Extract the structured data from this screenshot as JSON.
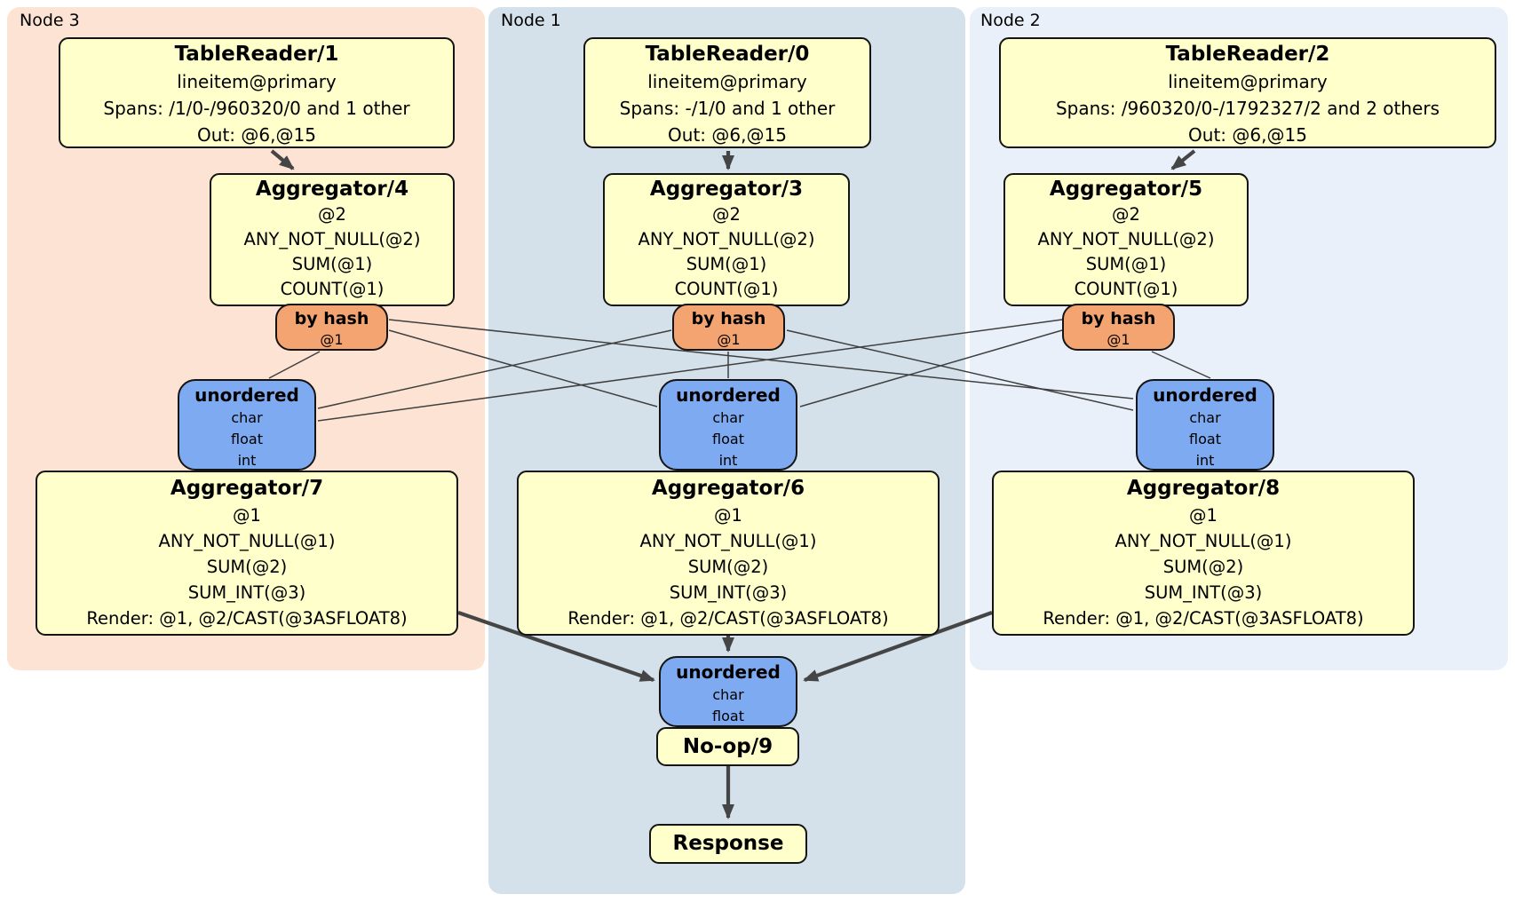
{
  "groups": {
    "node3": {
      "label": "Node 3"
    },
    "node1": {
      "label": "Node 1"
    },
    "node2": {
      "label": "Node 2"
    }
  },
  "processors": {
    "tr1": {
      "title": "TableReader/1",
      "lines": [
        "lineitem@primary",
        "Spans: /1/0-/960320/0 and 1 other",
        "Out: @6,@15"
      ]
    },
    "tr0": {
      "title": "TableReader/0",
      "lines": [
        "lineitem@primary",
        "Spans: -/1/0 and 1 other",
        "Out: @6,@15"
      ]
    },
    "tr2": {
      "title": "TableReader/2",
      "lines": [
        "lineitem@primary",
        "Spans: /960320/0-/1792327/2 and 2 others",
        "Out: @6,@15"
      ]
    },
    "agg4": {
      "title": "Aggregator/4",
      "lines": [
        "@2",
        "ANY_NOT_NULL(@2)",
        "SUM(@1)",
        "COUNT(@1)"
      ]
    },
    "agg3": {
      "title": "Aggregator/3",
      "lines": [
        "@2",
        "ANY_NOT_NULL(@2)",
        "SUM(@1)",
        "COUNT(@1)"
      ]
    },
    "agg5": {
      "title": "Aggregator/5",
      "lines": [
        "@2",
        "ANY_NOT_NULL(@2)",
        "SUM(@1)",
        "COUNT(@1)"
      ]
    },
    "agg7": {
      "title": "Aggregator/7",
      "lines": [
        "@1",
        "ANY_NOT_NULL(@1)",
        "SUM(@2)",
        "SUM_INT(@3)",
        "Render: @1, @2/CAST(@3ASFLOAT8)"
      ]
    },
    "agg6": {
      "title": "Aggregator/6",
      "lines": [
        "@1",
        "ANY_NOT_NULL(@1)",
        "SUM(@2)",
        "SUM_INT(@3)",
        "Render: @1, @2/CAST(@3ASFLOAT8)"
      ]
    },
    "agg8": {
      "title": "Aggregator/8",
      "lines": [
        "@1",
        "ANY_NOT_NULL(@1)",
        "SUM(@2)",
        "SUM_INT(@3)",
        "Render: @1, @2/CAST(@3ASFLOAT8)"
      ]
    },
    "noop": {
      "title": "No-op/9"
    },
    "response": {
      "title": "Response"
    }
  },
  "routers": {
    "hash3": {
      "title": "by hash",
      "key": "@1"
    },
    "hash1": {
      "title": "by hash",
      "key": "@1"
    },
    "hash2": {
      "title": "by hash",
      "key": "@1"
    }
  },
  "syncs": {
    "sync3": {
      "title": "unordered",
      "columns": [
        "char",
        "float",
        "int"
      ]
    },
    "sync1": {
      "title": "unordered",
      "columns": [
        "char",
        "float",
        "int"
      ]
    },
    "sync2": {
      "title": "unordered",
      "columns": [
        "char",
        "float",
        "int"
      ]
    },
    "final": {
      "title": "unordered",
      "columns": [
        "char",
        "float"
      ]
    }
  },
  "colors": {
    "node3_bg": "#fce3d3",
    "node1_bg": "#d4e1ea",
    "node2_bg": "#eaf0f9",
    "processor_fill": "#ffffcc",
    "router_fill": "#f4a470",
    "sync_fill": "#7daaf0",
    "edge": "#454545"
  }
}
